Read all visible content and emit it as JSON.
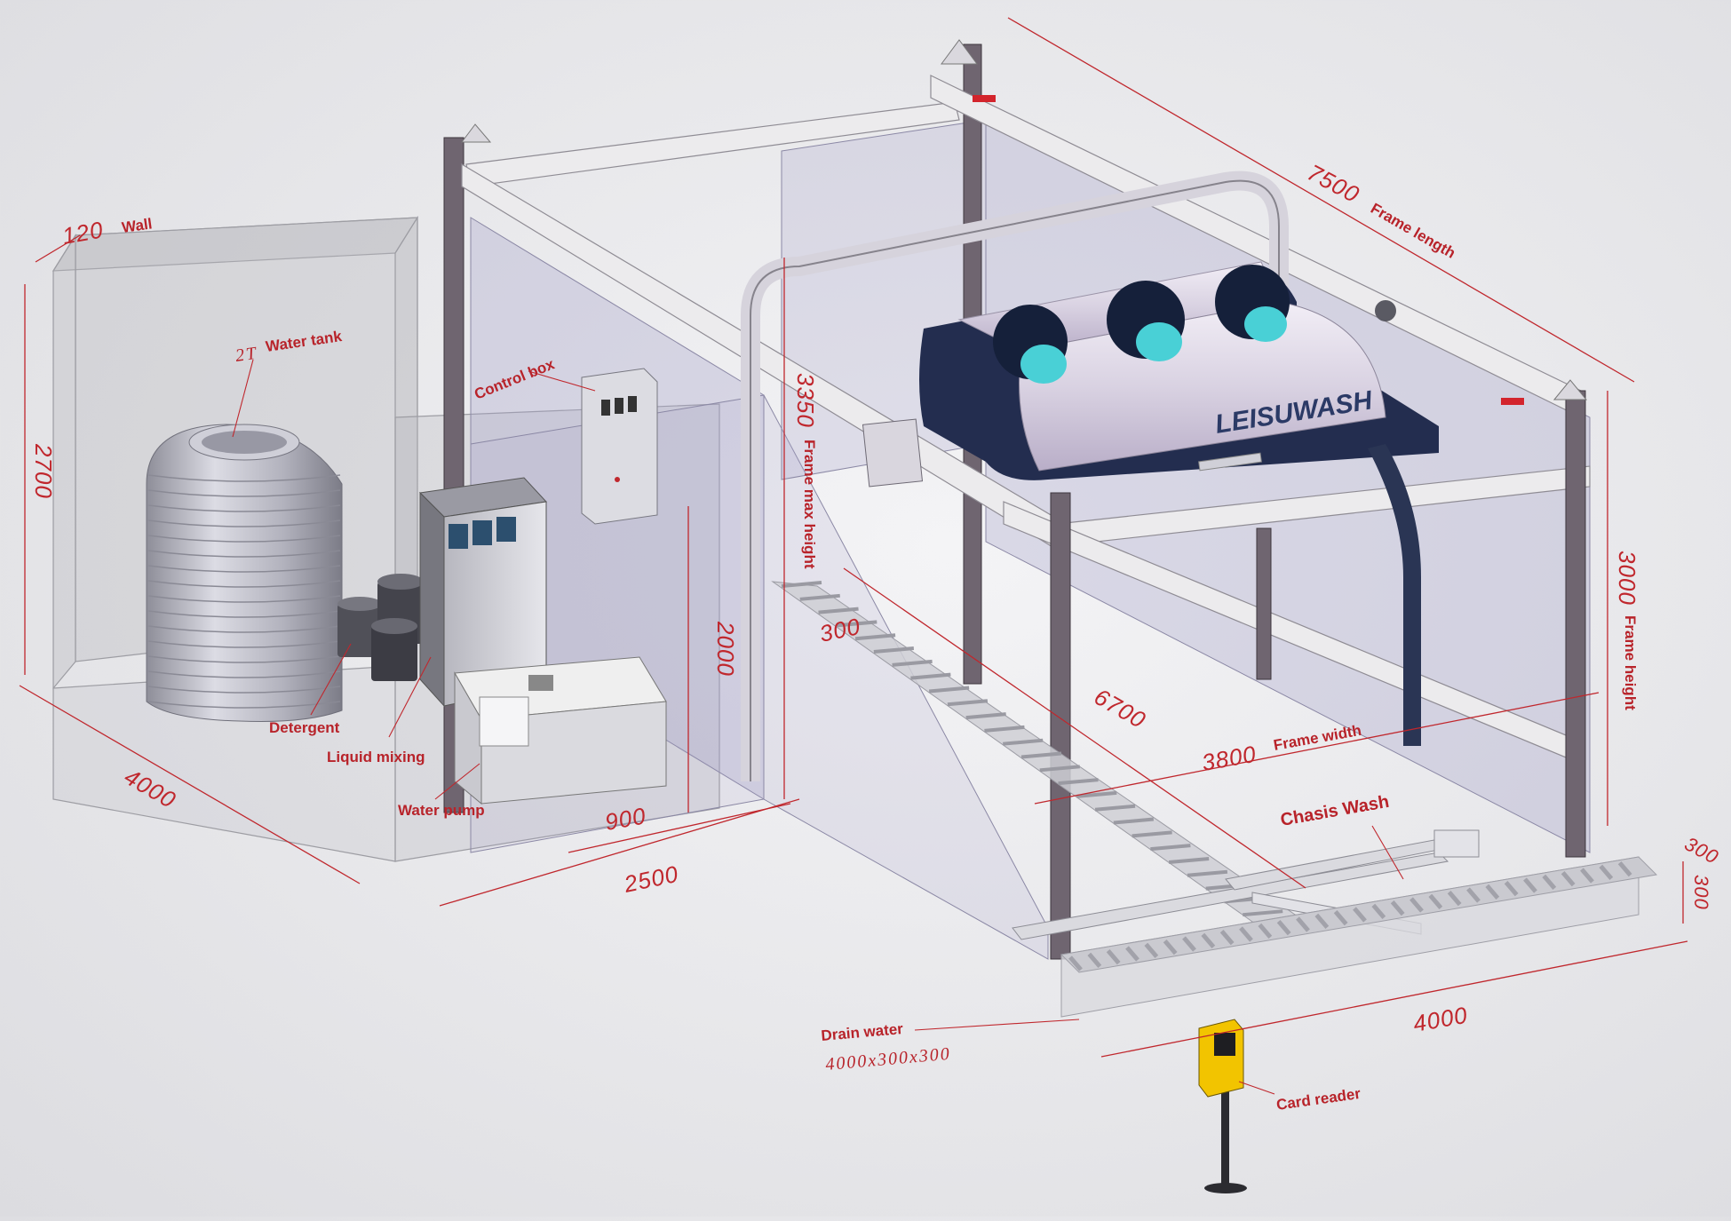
{
  "dimensions": {
    "wall_thickness": "120",
    "room_height": "2700",
    "room_depth": "4000",
    "room_width": "2500",
    "partition": "900",
    "partition_height": "2000",
    "frame_max_height": "3350",
    "frame_length": "7500",
    "frame_height": "3000",
    "frame_width": "3800",
    "track_length": "6700",
    "track_width": "300",
    "drain_length": "4000",
    "drain_depth_1": "300",
    "drain_depth_2": "300"
  },
  "labels": {
    "wall": "Wall",
    "water_tank_capacity": "2T",
    "water_tank": "Water tank",
    "control_box": "Control box",
    "detergent": "Detergent",
    "liquid_mixing": "Liquid mixing",
    "water_pump": "Water pump",
    "frame_max_height": "Frame max height",
    "frame_length": "Frame length",
    "frame_height": "Frame height",
    "frame_width": "Frame width",
    "chasis_wash": "Chasis Wash",
    "drain_water": "Drain water",
    "drain_size": "4000x300x300",
    "card_reader": "Card reader",
    "brand_logo": "LEISUWASH"
  },
  "colors": {
    "annotation": "#c0272d",
    "frame_post": "#6f6570",
    "glass": "#a5a1c8",
    "tank": "#bcbcc6",
    "card_reader": "#f2c400"
  },
  "icons": {
    "card_reader": "card-reader-icon",
    "water_tank": "water-tank-icon",
    "control_box": "control-box-icon"
  }
}
